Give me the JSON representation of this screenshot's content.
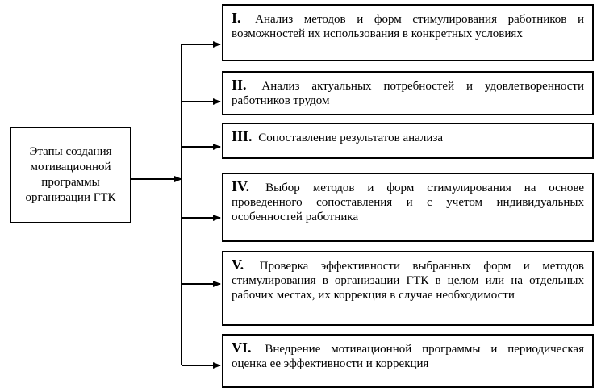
{
  "left_box": {
    "text": "Этапы создания мотивационной программы организации ГТК"
  },
  "stages": [
    {
      "num": "I.",
      "text": "Анализ методов и форм стимулирования работников и возможностей их использования в конкретных условиях"
    },
    {
      "num": "II.",
      "text": "Анализ актуальных потребностей и удовлетворенности работников трудом"
    },
    {
      "num": "III.",
      "text": "Сопоставление результатов анализа"
    },
    {
      "num": "IV.",
      "text": "Выбор методов и форм стимулирования на основе проведенного сопоставления и с учетом индивидуальных особенностей работника"
    },
    {
      "num": "V.",
      "text": "Проверка эффективности выбранных форм и методов стимулирования в организации ГТК в целом или на отдельных рабочих местах, их коррекция в случае необходимости"
    },
    {
      "num": "VI.",
      "text": "Внедрение мотивационной программы и периодическая оценка ее эффективности и коррекция"
    }
  ],
  "colors": {
    "line": "#000000",
    "background": "#ffffff"
  }
}
